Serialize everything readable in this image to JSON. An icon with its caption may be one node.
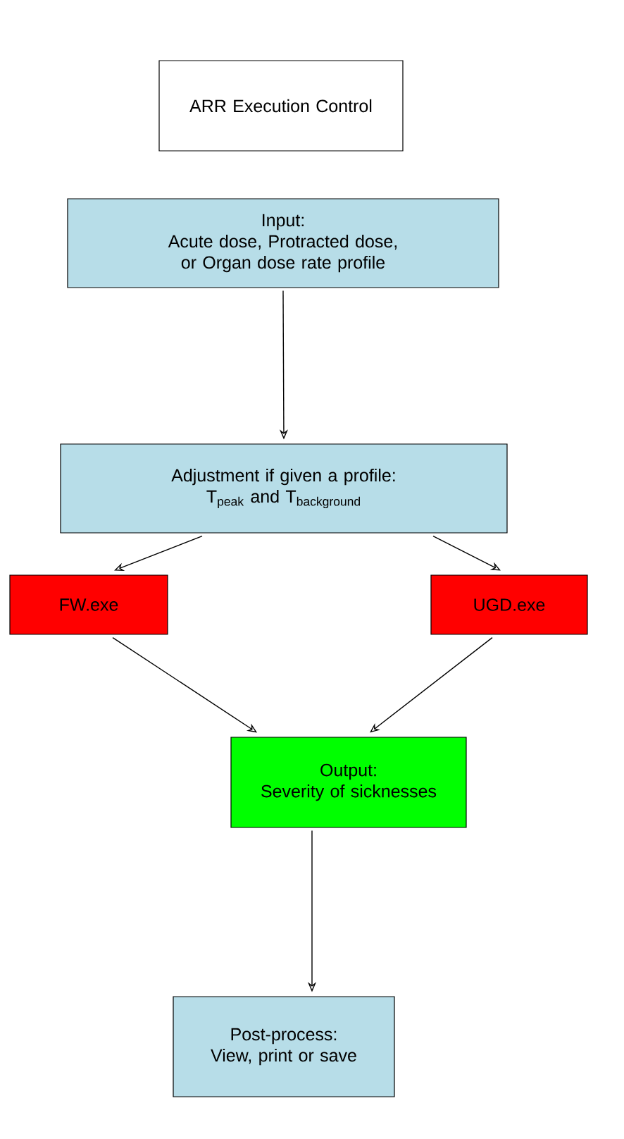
{
  "diagram": {
    "nodes": [
      {
        "text": [
          "ARR Execution Control"
        ]
      },
      {
        "text": [
          "Input:",
          "Acute dose, Protracted dose, or Organ dose rate profile"
        ]
      },
      {
        "text": [
          "Adjustment if given a profile:",
          "\\mathrm{T}_{\\mathrm{peak}}\\mathrm{\\ and\\ T}_{\\mathrm{background}}"
        ]
      },
      {
        "text": [
          "FW.exe"
        ]
      },
      {
        "text": [
          "UGD.exe"
        ]
      },
      {
        "text": [
          "Output:",
          "Severity of sicknesses"
        ]
      },
      {
        "text": [
          "Post-process:",
          "View, print or save"
        ]
      }
    ],
    "edges": [
      {
        "from": 1,
        "to": 2,
        "arrow": "to"
      },
      {
        "from": 2,
        "to": 3,
        "arrow": "to"
      },
      {
        "from": 2,
        "to": 4,
        "arrow": "to"
      },
      {
        "from": 3,
        "to": 5,
        "arrow": "to"
      },
      {
        "from": 4,
        "to": 5,
        "arrow": "to"
      },
      {
        "from": 5,
        "to": 6,
        "arrow": "to"
      }
    ]
  }
}
